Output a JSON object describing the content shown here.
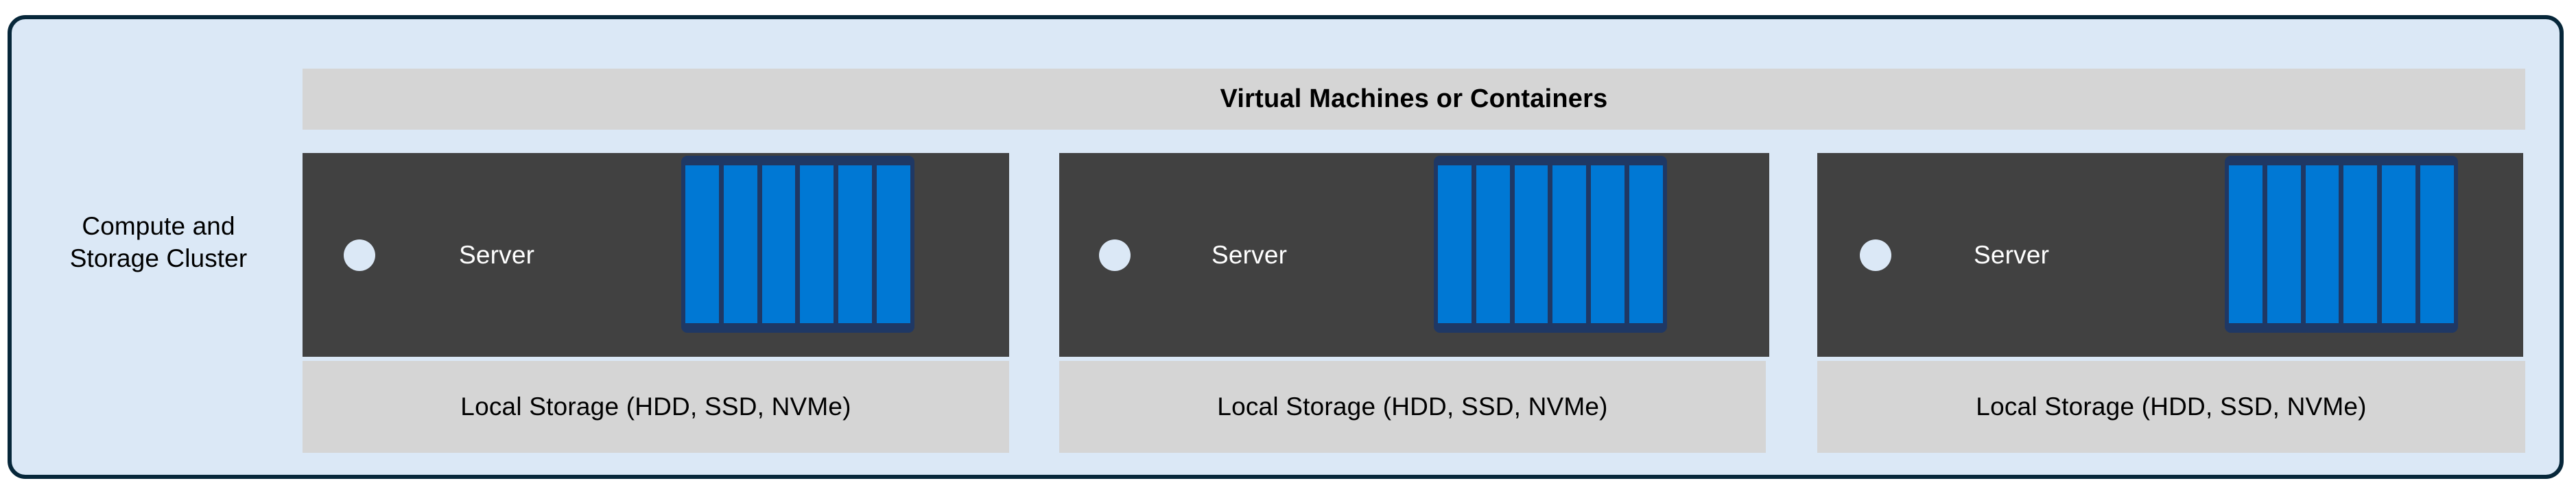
{
  "diagram": {
    "cluster_label": "Compute and\nStorage Cluster",
    "banner_title": "Virtual Machines or Containers",
    "colors": {
      "cluster_background": "#dbe8f6",
      "cluster_border": "#07273a",
      "banner_background": "#d5d5d5",
      "server_panel": "#414141",
      "drive_bay_frame": "#1f3864",
      "drive_fill": "#0078d4",
      "storage_bar": "#d5d5d5",
      "server_label_text": "#ffffff",
      "body_text": "#000000"
    },
    "nodes": [
      {
        "server_label": "Server",
        "storage_label": "Local Storage (HDD, SSD, NVMe)",
        "drive_count": 6
      },
      {
        "server_label": "Server",
        "storage_label": "Local Storage (HDD, SSD, NVMe)",
        "drive_count": 6
      },
      {
        "server_label": "Server",
        "storage_label": "Local Storage (HDD, SSD, NVMe)",
        "drive_count": 6
      }
    ]
  }
}
